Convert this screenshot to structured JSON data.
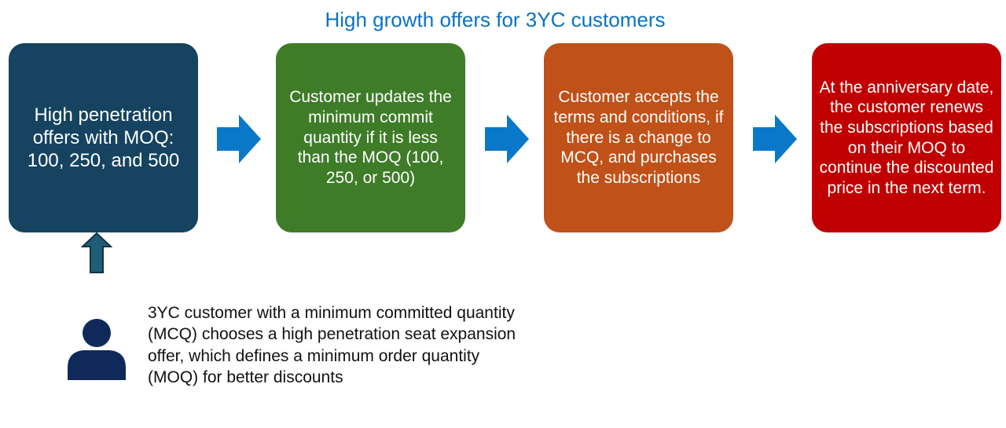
{
  "title": "High growth offers for 3YC customers",
  "steps": [
    {
      "text": "High penetration offers with MOQ: 100, 250, and 500",
      "color": "#154360"
    },
    {
      "text": "Customer updates the minimum commit quantity if it is less than the MOQ (100, 250, or 500)",
      "color": "#3E7C28"
    },
    {
      "text": "Customer accepts the terms and conditions, if there is a change to MCQ, and purchases the subscriptions",
      "color": "#C05118"
    },
    {
      "text": "At the anniversary date, the customer renews the subscriptions based on their MOQ to continue the discounted price in the next term.",
      "color": "#C00000"
    }
  ],
  "caption": "3YC customer with a minimum committed quantity (MCQ) chooses a high penetration seat expansion offer, which defines a minimum order quantity (MOQ) for better discounts",
  "icons": {
    "flow_arrow": "right-arrow-icon",
    "up_arrow": "up-arrow-icon",
    "user": "person-icon"
  },
  "colors": {
    "title": "#0B72C6",
    "flow_arrow": "#0A78C8",
    "up_arrow_fill": "#1F5E76",
    "up_arrow_stroke": "#0F3545",
    "person": "#0F2A5A"
  }
}
